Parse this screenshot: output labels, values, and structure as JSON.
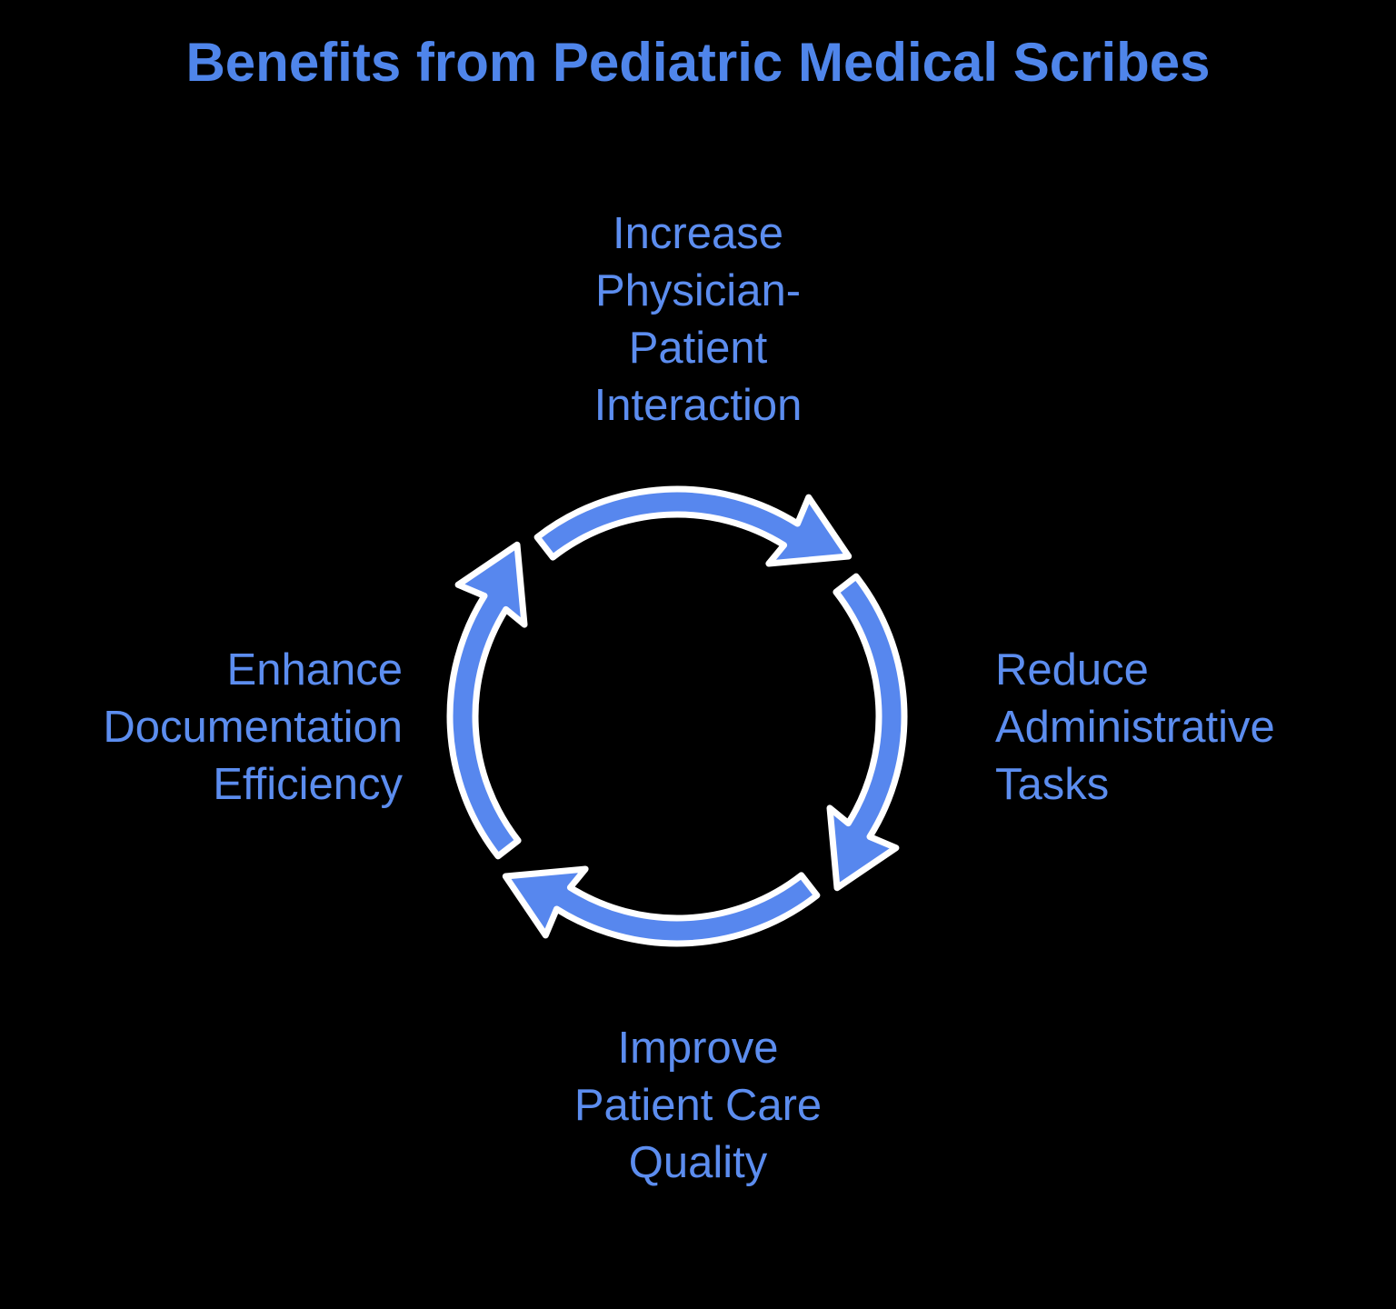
{
  "title": "Benefits from Pediatric Medical Scribes",
  "diagram": {
    "type": "cycle",
    "direction": "clockwise",
    "nodes": [
      {
        "position": "top",
        "text": "Increase Physician-Patient Interaction",
        "lines": [
          "Increase",
          "Physician-",
          "Patient",
          "Interaction"
        ]
      },
      {
        "position": "right",
        "text": "Reduce Administrative Tasks",
        "lines": [
          "Reduce",
          "Administrative",
          "Tasks"
        ]
      },
      {
        "position": "bottom",
        "text": "Improve Patient Care Quality",
        "lines": [
          "Improve",
          "Patient Care",
          "Quality"
        ]
      },
      {
        "position": "left",
        "text": "Enhance Documentation Efficiency",
        "lines": [
          "Enhance",
          "Documentation",
          "Efficiency"
        ]
      }
    ]
  },
  "colors": {
    "background": "#000000",
    "title_text": "#4f85ea",
    "label_text": "#5c8def",
    "arrow_fill": "#5787ee",
    "arrow_outline": "#ffffff"
  }
}
